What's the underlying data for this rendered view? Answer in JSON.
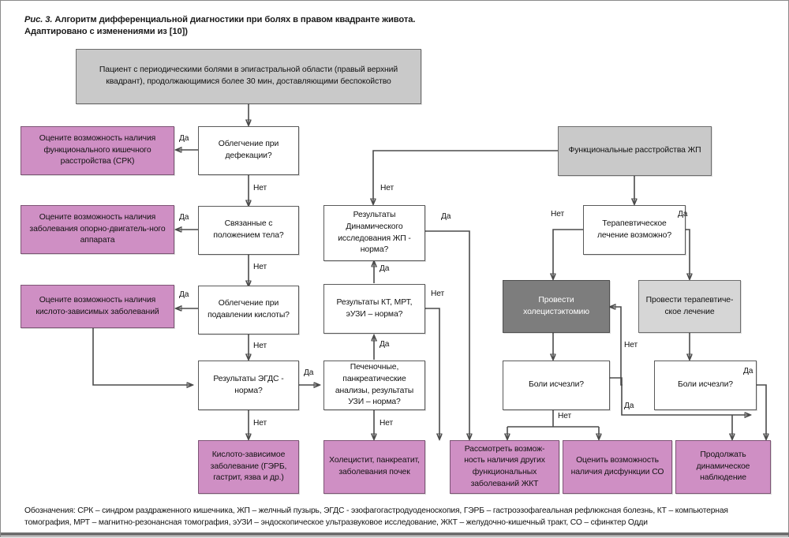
{
  "caption": {
    "prefix": "Рис. 3.",
    "line1": " Алгоритм дифференциальной диагностики при болях в правом квадранте живота.",
    "line2": "Адаптировано с изменениями из [10])"
  },
  "colors": {
    "pink": "#cf8fc4",
    "gray": "#c9c9c9",
    "light_gray": "#d6d6d6",
    "dark_gray": "#7d7d7d",
    "white": "#ffffff",
    "line": "#4b4b4b"
  },
  "nodes": {
    "start": "Пациент с периодическими болями в эпигастральной области (правый верхний квадрант), продолжающимися более 30 мин, доставляющими беспокойство",
    "q_defecation": "Облегчение при дефекации?",
    "out_irritable_bowel": "Оцените возможность наличия функционального кишечного расстройства (СРК)",
    "q_body_position": "Связанные с положением тела?",
    "out_musculoskeletal": "Оцените возможность наличия заболевания опорно-двигатель-ного аппарата",
    "q_acid_suppression": "Облегчение  при подавлении кислоты?",
    "out_acid_dependent": "Оцените возможность наличия кислото-зависимых заболеваний",
    "q_egds": "Результаты ЭГДС - норма?",
    "out_acid_disease": "Кислото-зависимое заболевание (ГЭРБ, гастрит, язва и др.)",
    "q_liver_panc": "Печеночные, панкреатические анализы, результаты УЗИ – норма?",
    "out_cholecystitis": "Холецистит, панкреатит, заболевания почек",
    "q_kt_mrt": "Результаты КТ, МРТ, эУЗИ – норма?",
    "q_dynamic": "Результаты Динамического исследования ЖП - норма?",
    "functional_gb": "Функциональные расстройства ЖП",
    "q_therapy_possible": "Терапевтическое лечение возможно?",
    "do_cholecystectomy": "Провести холецистэктомию",
    "do_therapy": "Провести терапевтиче-ское лечение",
    "q_pain_gone_left": "Боли исчезли?",
    "q_pain_gone_right": "Боли исчезли?",
    "out_other_functional": "Рассмотреть возмож-ность наличия других функциональных заболеваний ЖКТ",
    "out_sphincter_oddi": "Оценить возможность наличия дисфункции СО",
    "out_follow_up": "Продолжать динамическое наблюдение"
  },
  "edge_labels": {
    "yes": "Да",
    "no": "Нет",
    "e1_yes": "Да",
    "e1_no": "Нет",
    "e2_yes": "Да",
    "e2_no": "Нет",
    "e3_yes": "Да",
    "e3_no": "Нет",
    "e4_yes": "Да",
    "e4_no": "Нет",
    "e5_yes": "Да",
    "e5_no": "Нет",
    "e6_yes": "Да",
    "e6_no": "Нет",
    "e7_no": "Нет",
    "e8_yes": "Да",
    "e9_no": "Нет",
    "e10_yes": "Да",
    "e11_no": "Нет",
    "e12_no": "Нет",
    "e13_yes": "Да",
    "e14_yes": "Да"
  },
  "legend": {
    "line1": "Обозначения: СРК – синдром раздраженного кишечника, ЖП – желчный пузырь, ЭГДС - эзофагогастродуоденоскопия, ГЭРБ – гастроэзофагеальная рефлюксная болезнь, КТ – компьютерная",
    "line2": "томография, МРТ – магнитно-резонансная томография, эУЗИ – эндоскопическое ультразвуковое исследование, ЖКТ – желудочно-кишечный тракт, СО – сфинктер Одди"
  }
}
